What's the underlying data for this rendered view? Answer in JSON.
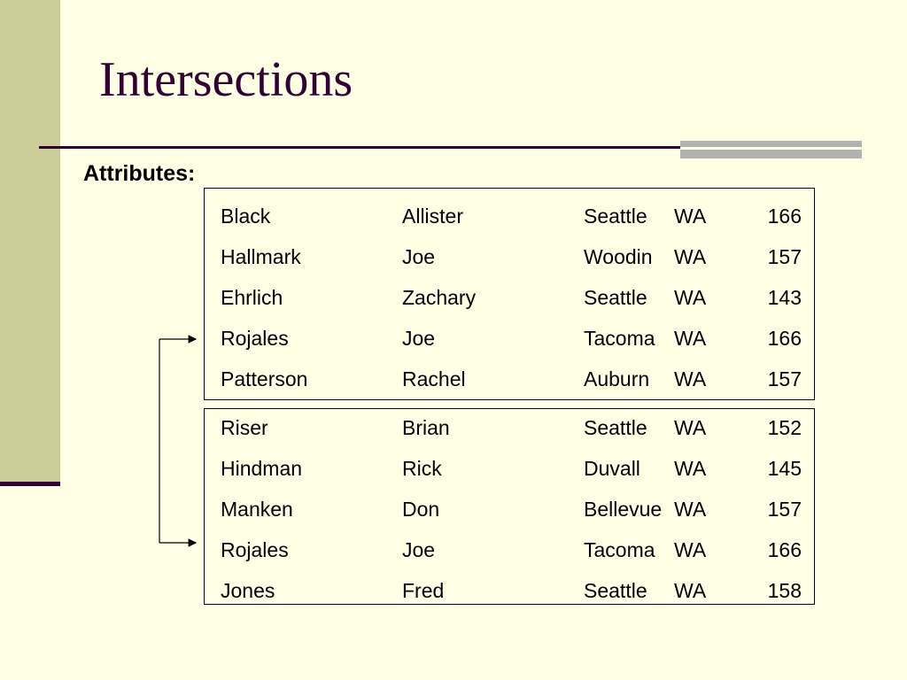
{
  "slide": {
    "title": "Intersections",
    "subheading": "Attributes:"
  },
  "tables": [
    {
      "rows": [
        {
          "last": "Black",
          "first": "Allister",
          "city": "Seattle",
          "state": "WA",
          "number": "166"
        },
        {
          "last": "Hallmark",
          "first": "Joe",
          "city": "Woodin",
          "state": "WA",
          "number": "157"
        },
        {
          "last": "Ehrlich",
          "first": "Zachary",
          "city": "Seattle",
          "state": "WA",
          "number": "143"
        },
        {
          "last": "Rojales",
          "first": "Joe",
          "city": "Tacoma",
          "state": "WA",
          "number": "166"
        },
        {
          "last": "Patterson",
          "first": "Rachel",
          "city": "Auburn",
          "state": "WA",
          "number": "157"
        }
      ]
    },
    {
      "rows": [
        {
          "last": "Riser",
          "first": "Brian",
          "city": "Seattle",
          "state": "WA",
          "number": "152"
        },
        {
          "last": "Hindman",
          "first": "Rick",
          "city": "Duvall",
          "state": "WA",
          "number": "145"
        },
        {
          "last": "Manken",
          "first": "Don",
          "city": "Bellevue",
          "state": "WA",
          "number": "157"
        },
        {
          "last": "Rojales",
          "first": "Joe",
          "city": "Tacoma",
          "state": "WA",
          "number": "166"
        },
        {
          "last": "Jones",
          "first": "Fred",
          "city": "Seattle",
          "state": "WA",
          "number": "158"
        }
      ]
    }
  ],
  "colors": {
    "background": "#ffffe5",
    "band": "#cccc99",
    "title": "#330033",
    "accent": "#b2b2b2"
  }
}
